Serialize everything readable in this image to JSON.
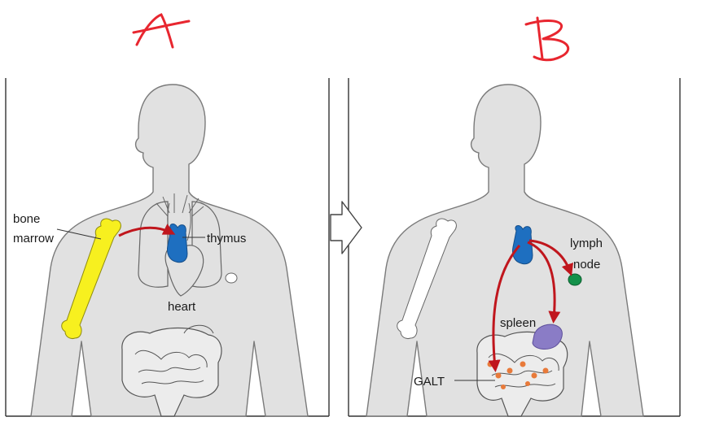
{
  "panels": {
    "left": {
      "letter": "A",
      "labels": {
        "bone_marrow_line1": "bone",
        "bone_marrow_line2": "marrow",
        "thymus": "thymus",
        "heart": "heart"
      }
    },
    "right": {
      "letter": "B",
      "labels": {
        "lymph_node_line1": "lymph",
        "lymph_node_line2": "node",
        "spleen": "spleen",
        "galt": "GALT"
      }
    }
  },
  "colors": {
    "body": "#e1e1e1",
    "body_outline": "#7a7a7a",
    "bone": "#f7f01f",
    "thymus": "#1e6fc0",
    "lymph_node": "#14914a",
    "spleen": "#8a7cc6",
    "arrow": "#c0161d",
    "letters": "#e8262f",
    "galt_dots": "#e87a3a"
  },
  "icons": {
    "transition": "right-arrow-icon"
  }
}
